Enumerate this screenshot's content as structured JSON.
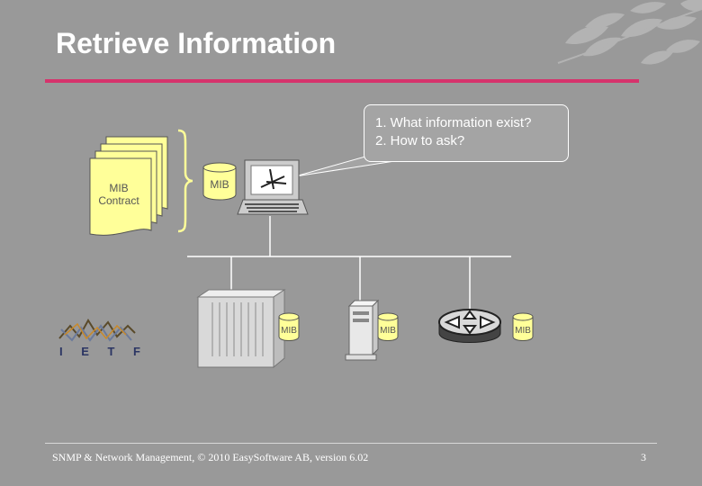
{
  "slide": {
    "title": "Retrieve Information",
    "accent_color": "#d6336c",
    "background_color": "#999999"
  },
  "callout": {
    "line1": "1. What information exist?",
    "line2": "2. How to ask?"
  },
  "mib_document": {
    "line1": "MIB",
    "line2": "Contract"
  },
  "manager_mib_label": "MIB",
  "agents": [
    {
      "device": "rack-server",
      "mib_label": "MIB"
    },
    {
      "device": "tower-server",
      "mib_label": "MIB"
    },
    {
      "device": "router",
      "mib_label": "MIB"
    }
  ],
  "logo": {
    "letters": [
      "I",
      "E",
      "T",
      "F"
    ]
  },
  "footer": {
    "text": "SNMP & Network Management, © 2010 EasySoftware AB, version 6.02",
    "page_number": "3"
  },
  "icons": [
    "leaf-decoration-icon",
    "document-stack-icon",
    "brace-icon",
    "database-icon",
    "laptop-icon",
    "rack-server-icon",
    "tower-server-icon",
    "router-icon",
    "ietf-logo-icon"
  ]
}
